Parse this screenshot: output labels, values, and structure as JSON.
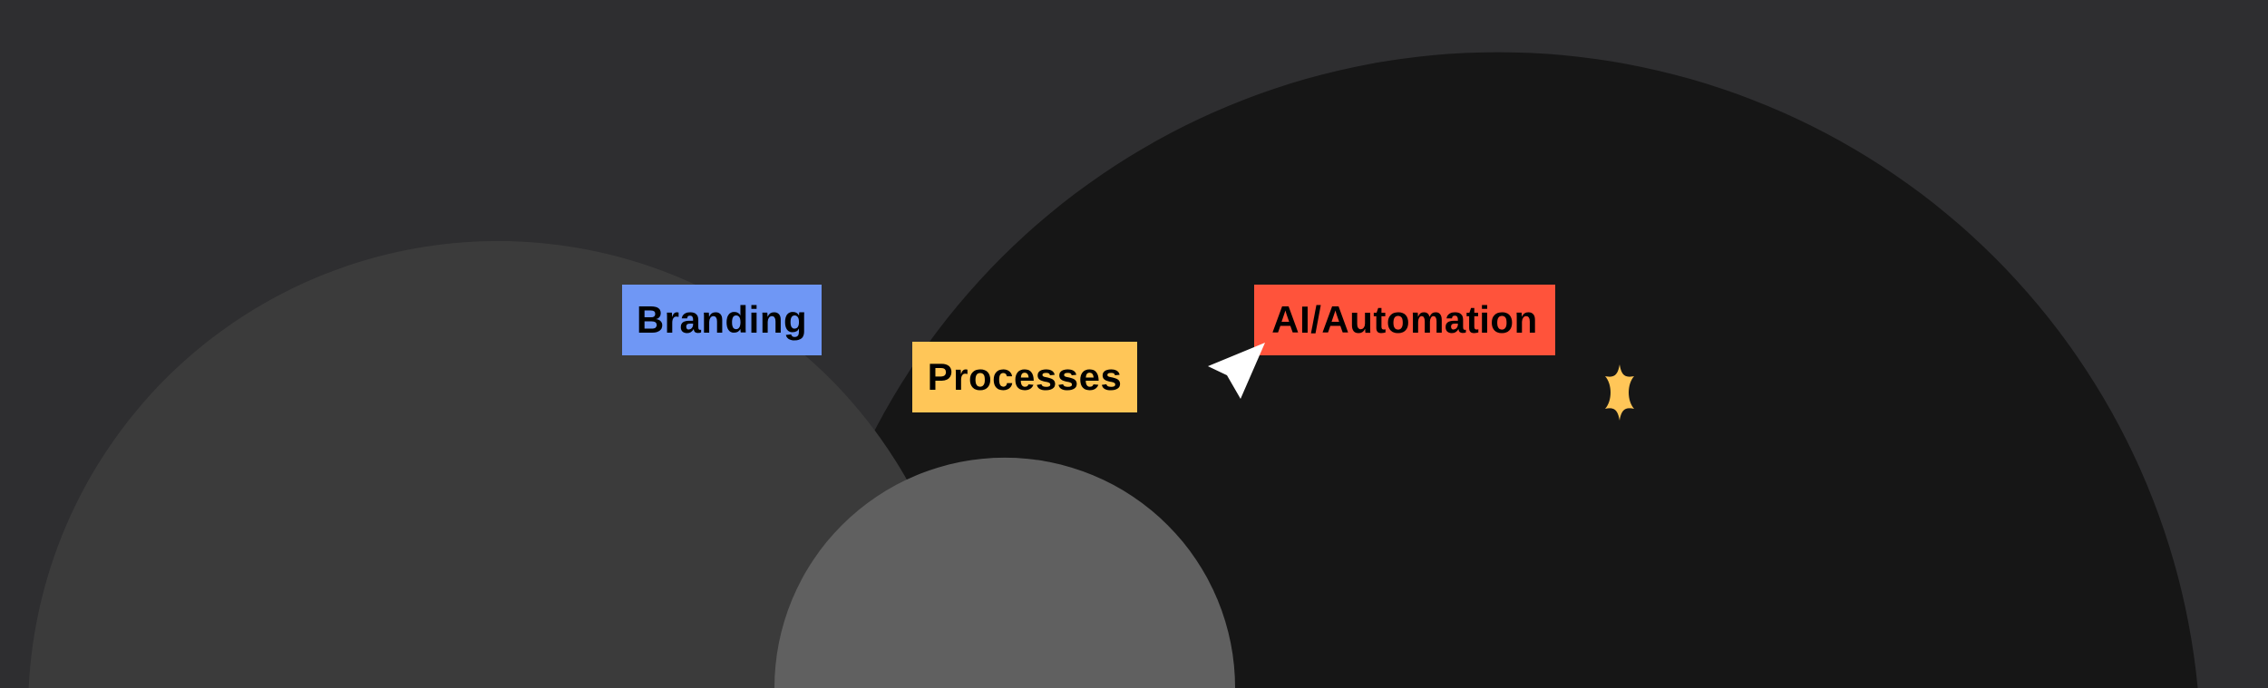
{
  "tags": {
    "branding": "Branding",
    "processes": "Processes",
    "ai_automation": "AI/Automation"
  },
  "colors": {
    "background": "#2e2e30",
    "large_circle": "#161616",
    "left_circle": "#3b3b3b",
    "small_circle": "#606060",
    "branding": "#6f97f5",
    "processes": "#ffc658",
    "ai_automation": "#ff533b",
    "star": "#ffc658"
  },
  "icons": {
    "cursor": "cursor-arrow-icon",
    "sparkle": "sparkle-star-icon"
  }
}
